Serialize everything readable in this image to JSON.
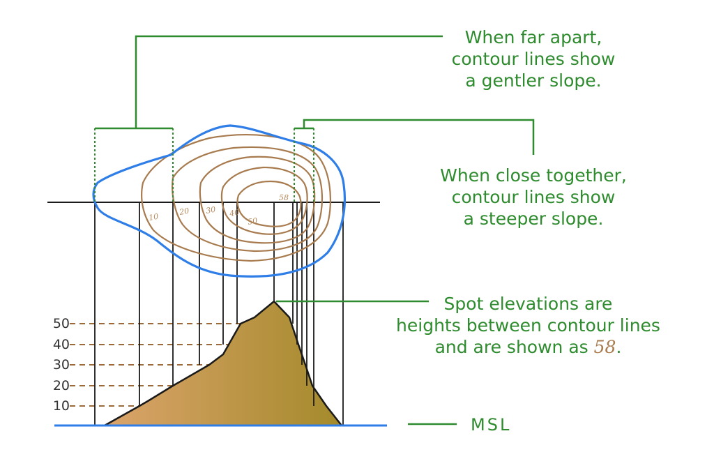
{
  "captions": {
    "gentle": [
      "When far apart,",
      "contour lines show",
      "a gentler slope."
    ],
    "steep": [
      "When close together,",
      "contour lines show",
      "a steeper slope."
    ],
    "spot": [
      "Spot elevations are",
      "heights between contour lines",
      "and are shown as "
    ],
    "spot_sample": "58",
    "spot_end": "."
  },
  "elevation_labels": [
    "50",
    "40",
    "30",
    "20",
    "10"
  ],
  "msl_label": "MSL",
  "map_numbers": [
    "50",
    "40",
    "30",
    "20",
    "10",
    "58"
  ],
  "colors": {
    "annotation_green": "#2e8b2e",
    "shoreline_blue": "#2f7ee8",
    "contour_brown": "#a87b4f",
    "terrain_light": "#d8a167",
    "terrain_dark": "#a98a2c"
  }
}
